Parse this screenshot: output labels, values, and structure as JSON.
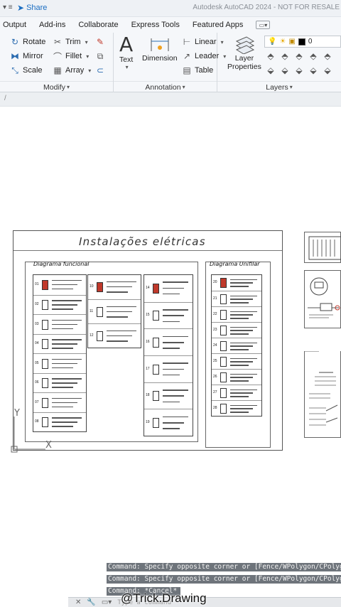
{
  "titlebar": {
    "share_label": "Share",
    "app_title": "Autodesk AutoCAD 2024 - NOT FOR RESALE"
  },
  "tabs": [
    "Output",
    "Add-ins",
    "Collaborate",
    "Express Tools",
    "Featured Apps"
  ],
  "modify": {
    "rotate": "Rotate",
    "trim": "Trim",
    "mirror": "Mirror",
    "fillet": "Fillet",
    "scale": "Scale",
    "array": "Array",
    "title": "Modify"
  },
  "annotation": {
    "text": "Text",
    "dimension": "Dimension",
    "linear": "Linear",
    "leader": "Leader",
    "table": "Table",
    "title": "Annotation"
  },
  "layers": {
    "properties_line1": "Layer",
    "properties_line2": "Properties",
    "current_layer": "0",
    "title": "Layers"
  },
  "drawing": {
    "sheet_title": "Instalações elétricas",
    "functional": "Diagrama funcional",
    "unifilar": "Diagrama Unifilar",
    "ucs_y": "Y",
    "ucs_x": "X",
    "col1_rows": [
      "01",
      "02",
      "03",
      "04",
      "05",
      "06",
      "07",
      "08"
    ],
    "col2_rows": [
      "10",
      "11",
      "12"
    ],
    "col3_rows": [
      "14",
      "15",
      "16",
      "17",
      "18",
      "19"
    ],
    "uni_rows": [
      "20",
      "21",
      "22",
      "23",
      "24",
      "25",
      "26",
      "27",
      "28"
    ]
  },
  "command": {
    "history": [
      "Command: Specify opposite corner or [Fence/WPolygon/CPolygon]:",
      "Command: Specify opposite corner or [Fence/WPolygon/CPolygon]:",
      "Command: *Cancel*"
    ],
    "placeholder": "Type a command"
  },
  "watermark": "@Trick.Drawing"
}
